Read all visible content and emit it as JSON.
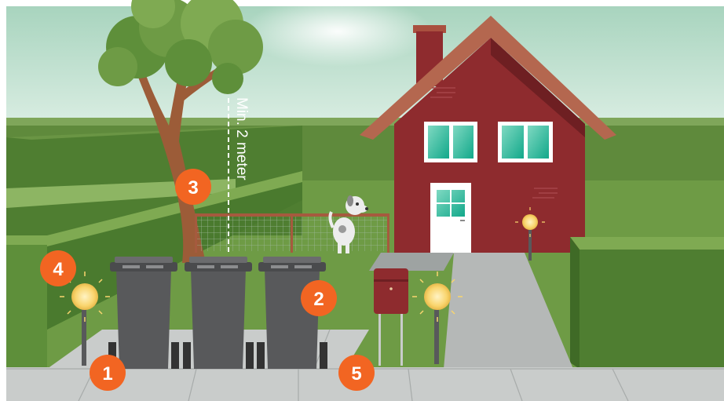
{
  "scene": {
    "measure_label": "Min. 2 meter",
    "markers": [
      {
        "id": "1",
        "label": "1"
      },
      {
        "id": "2",
        "label": "2"
      },
      {
        "id": "3",
        "label": "3"
      },
      {
        "id": "4",
        "label": "4"
      },
      {
        "id": "5",
        "label": "5"
      }
    ]
  },
  "colors": {
    "marker": "#F26522",
    "house_wall": "#8E2B2E",
    "roof": "#B4674F",
    "hedge": "#4F7E31",
    "grass": "#6E9B45",
    "bin": "#58595B",
    "window_glass": "#2FB79B",
    "lamp_light": "#F9D56E",
    "sidewalk": "#C9CCCB"
  },
  "icons": [
    "tree-icon",
    "house-icon",
    "dog-icon",
    "fence-icon",
    "waste-bin-icon",
    "mailbox-icon",
    "street-lamp-icon",
    "hedge-icon"
  ]
}
